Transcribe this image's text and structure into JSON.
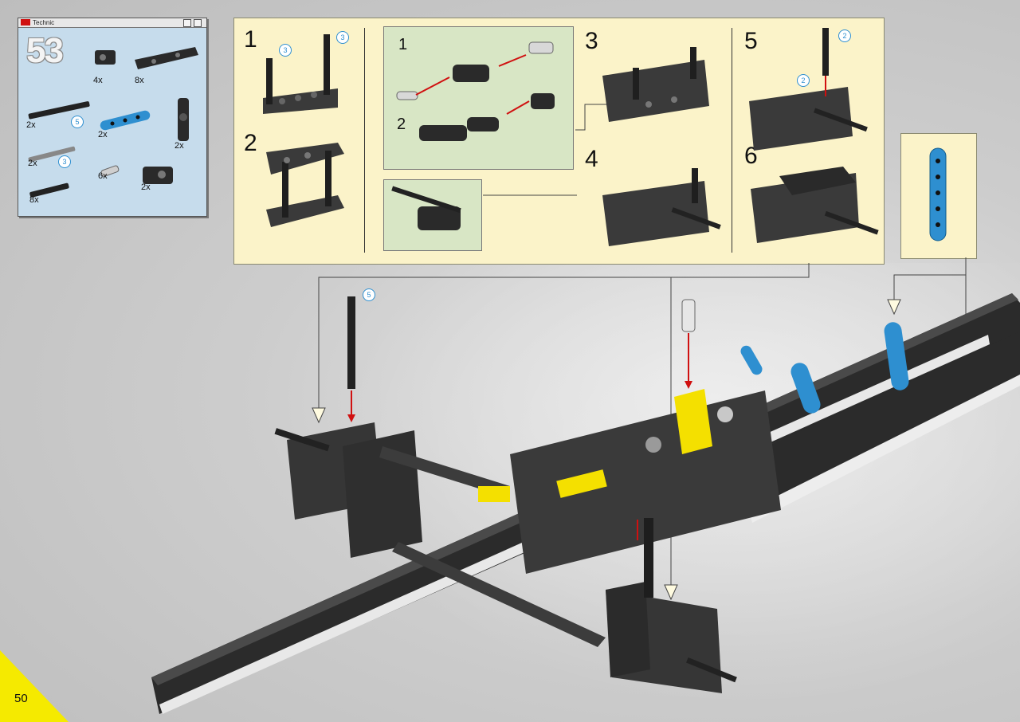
{
  "page": {
    "number": "50"
  },
  "step": {
    "number": "53"
  },
  "parts_list": {
    "brand": "Technic",
    "items": [
      {
        "qty": "4x",
        "name": "cross-block-icon"
      },
      {
        "qty": "8x",
        "name": "triangle-beam-icon"
      },
      {
        "qty": "2x",
        "name": "axle-icon"
      },
      {
        "qty": "2x",
        "name": "blue-beam-icon",
        "tag": "5"
      },
      {
        "qty": "2x",
        "name": "axle-joiner-icon"
      },
      {
        "qty": "2x",
        "name": "axle-icon",
        "tag": "3"
      },
      {
        "qty": "6x",
        "name": "pin-icon"
      },
      {
        "qty": "2x",
        "name": "cross-block-icon"
      },
      {
        "qty": "8x",
        "name": "axle-icon"
      }
    ]
  },
  "sub_steps": {
    "s1": "1",
    "s1_tag_a": "3",
    "s1_tag_b": "3",
    "s2": "2",
    "g1": "1",
    "g2": "2",
    "s3": "3",
    "s4": "4",
    "s5": "5",
    "s5_tag_a": "2",
    "s5_tag_b": "2",
    "s6": "6"
  },
  "main": {
    "axle_tag": "5"
  },
  "colors": {
    "panel": "#fbf3c9",
    "parts_bg": "#c6dcec",
    "accent_blue": "#2e8fd0",
    "corner": "#f5ea00",
    "arrow_red": "#d01010"
  }
}
